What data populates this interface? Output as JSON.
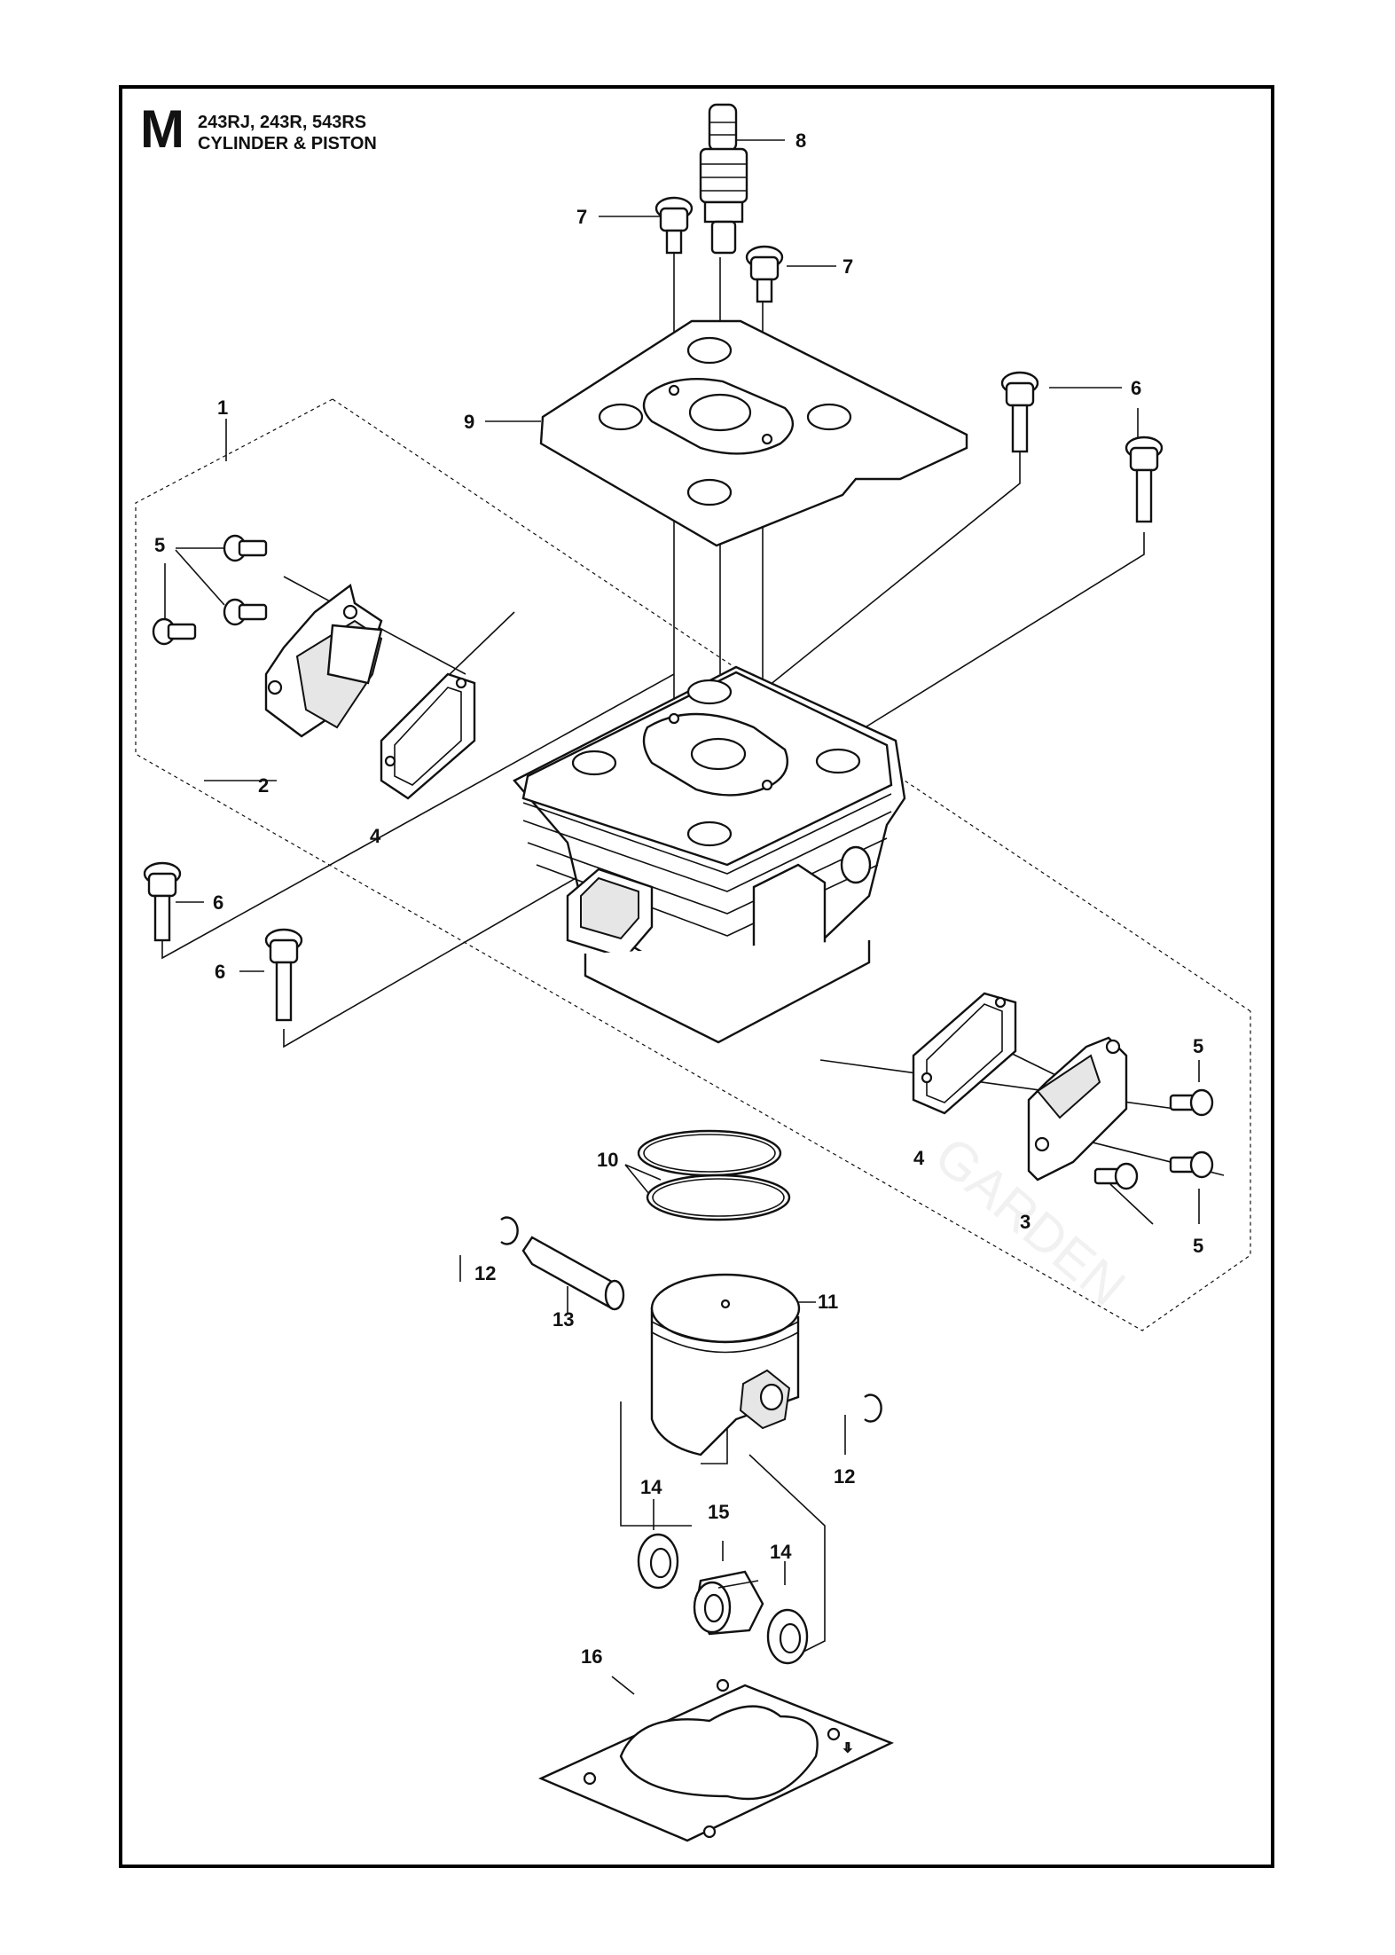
{
  "header": {
    "section_letter": "M",
    "models": "243RJ, 243R, 543RS",
    "title": "CYLINDER & PISTON"
  },
  "callouts": {
    "c1": "1",
    "c2": "2",
    "c3": "3",
    "c4a": "4",
    "c4b": "4",
    "c5a": "5",
    "c5b": "5",
    "c5c": "5",
    "c6a": "6",
    "c6b": "6",
    "c6c": "6",
    "c7a": "7",
    "c7b": "7",
    "c8": "8",
    "c9": "9",
    "c10": "10",
    "c11": "11",
    "c12a": "12",
    "c12b": "12",
    "c13": "13",
    "c14a": "14",
    "c14b": "14",
    "c15": "15",
    "c16": "16"
  },
  "watermark": {
    "word": "GARDEN"
  },
  "colors": {
    "ink": "#111111",
    "watermark": "#f1f1f1",
    "background": "#ffffff"
  }
}
